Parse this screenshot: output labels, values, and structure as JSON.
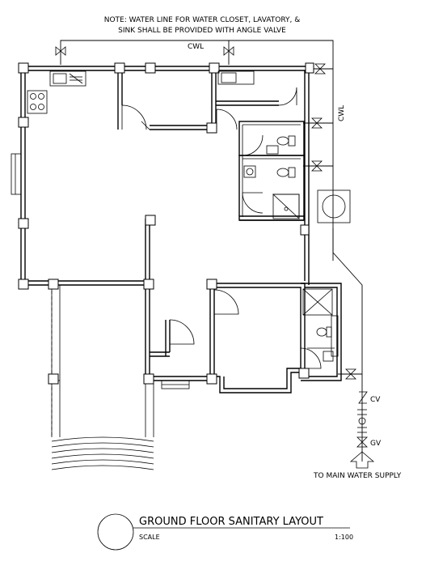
{
  "note": {
    "line1": "NOTE: WATER LINE FOR WATER CLOSET, LAVATORY, &",
    "line2": "SINK SHALL BE PROVIDED WITH ANGLE VALVE"
  },
  "pipe_labels": {
    "cwl_top": "CWL",
    "cwl_side": "CWL",
    "cv": "CV",
    "gv": "GV",
    "main_supply": "TO MAIN WATER SUPPLY"
  },
  "title_block": {
    "title": "GROUND FLOOR SANITARY LAYOUT",
    "scale_label": "SCALE",
    "scale_value": "1:100"
  }
}
